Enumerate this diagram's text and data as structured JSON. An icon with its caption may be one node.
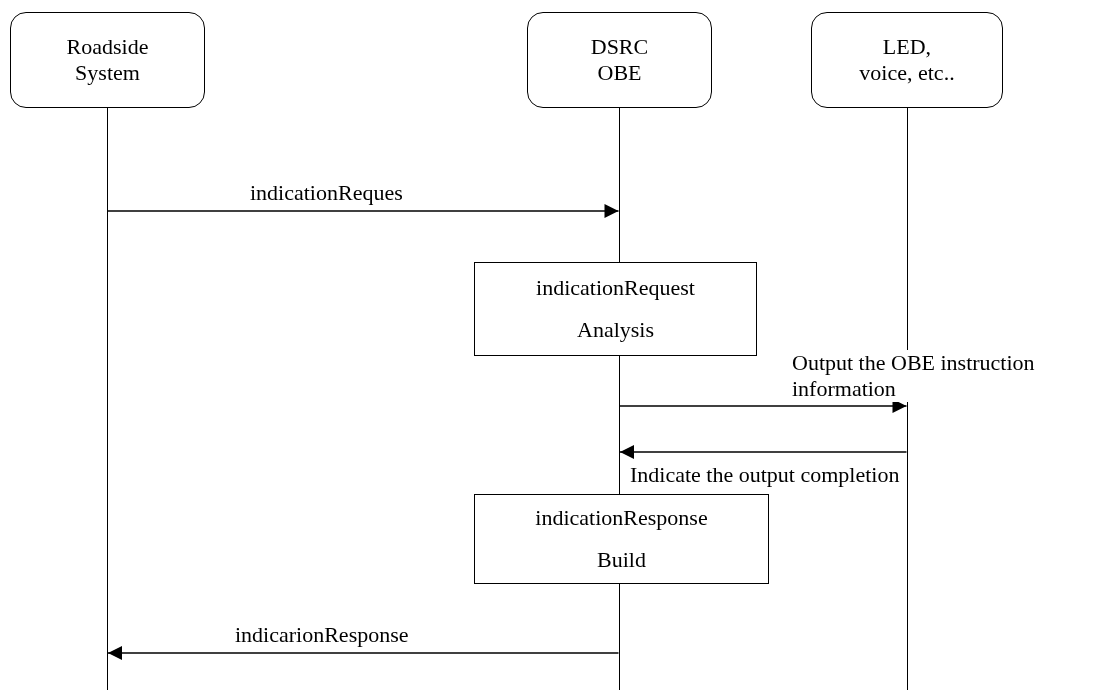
{
  "diagram": {
    "nodes": [
      {
        "text": [
          "Roadside System"
        ]
      },
      {
        "text": [
          "DSRC OBE"
        ]
      },
      {
        "text": [
          "LED, voice, etc.."
        ]
      },
      {
        "text": [
          "indicationRequest Analysis"
        ]
      },
      {
        "text": [
          "indicationResponse Build"
        ]
      },
      {
        "text": [],
        "shape": "line"
      },
      {
        "text": [],
        "shape": "line"
      },
      {
        "text": [],
        "shape": "line"
      }
    ],
    "edges": [
      {
        "from": 5,
        "to": 6,
        "arrow": "to",
        "label": "indicationReques"
      },
      {
        "from": 6,
        "to": 7,
        "arrow": "to",
        "label": "Output the OBE instruction information"
      },
      {
        "from": 7,
        "to": 6,
        "arrow": "to",
        "label": "Indicate the output completion"
      },
      {
        "from": 6,
        "to": 5,
        "arrow": "to",
        "label": "indicarionResponse"
      }
    ]
  }
}
